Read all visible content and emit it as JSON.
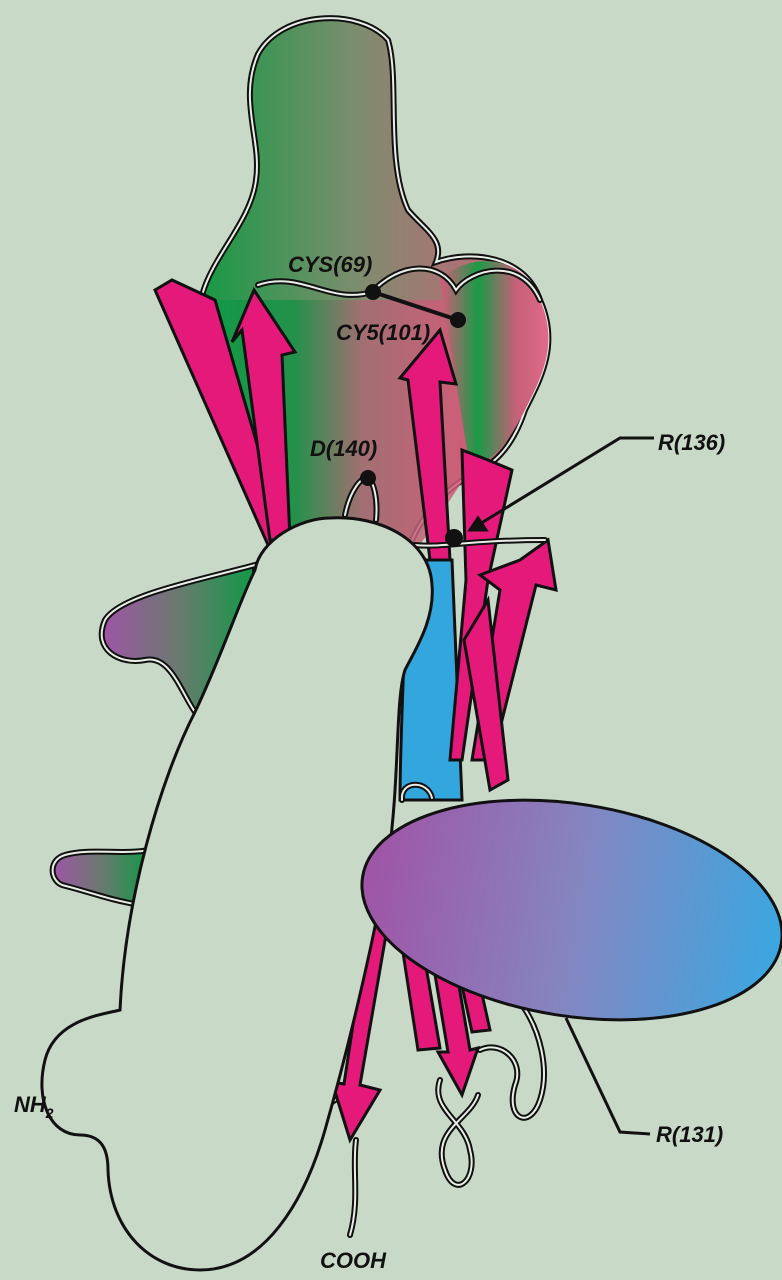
{
  "diagram": {
    "labels": {
      "cys69": "CYS(69)",
      "cys101": "CY5(101)",
      "d140": "D(140)",
      "r136": "R(136)",
      "r131": "R(131)",
      "nh2": "NH",
      "nh2_sub": "2",
      "cooh": "COOH"
    },
    "colors": {
      "background": "#c9d9c8",
      "green": "#169a44",
      "rose": "#d65a7a",
      "magenta_strand": "#e5197a",
      "blue": "#34a6de",
      "purple": "#a054a6",
      "domain_fill": "#c9d9c8"
    }
  }
}
